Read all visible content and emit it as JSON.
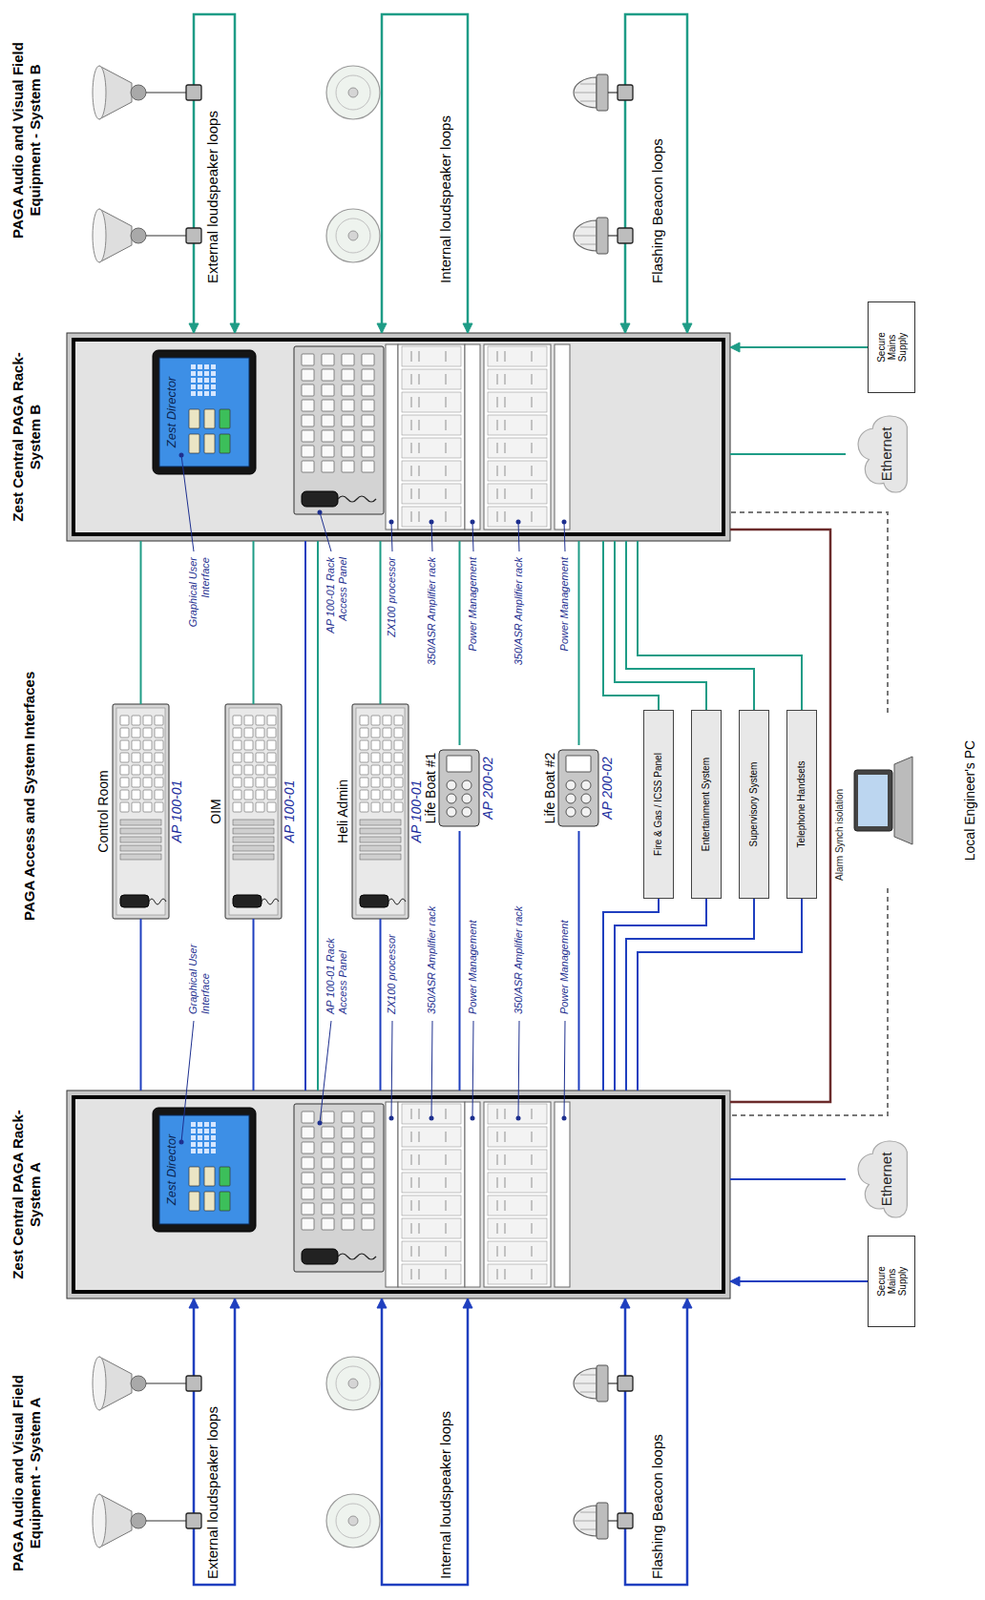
{
  "diagram": {
    "nodes": [
      {
        "text": [
          "Zest Central PAGA Rack-System A"
        ]
      },
      {
        "text": [
          "Zest Director"
        ],
        "in": 0
      },
      {
        "text": [
          "Ethernet"
        ]
      },
      {
        "text": [
          "Secure Mains Supply"
        ]
      },
      {
        "text": [
          "Control Room",
          "AP 100-01"
        ]
      },
      {
        "text": [
          "OIM",
          "AP 100-01"
        ]
      },
      {
        "text": [
          "Heli Admin",
          "AP 100-01"
        ]
      },
      {
        "text": [
          "Life Boat #1",
          "AP 200-02"
        ]
      },
      {
        "text": [
          "Life Boat #2",
          "AP 200-02"
        ]
      },
      {
        "text": [
          "Fire & Gas / ICSS Panel"
        ]
      },
      {
        "text": [
          "Entertainment System"
        ]
      },
      {
        "text": [
          "Supervisory System"
        ]
      },
      {
        "text": [
          "Telephone Handsets"
        ]
      },
      {
        "text": [
          "Local Engineer's PC"
        ]
      },
      {
        "text": [
          "Zest Central PAGA Rack-System B"
        ]
      },
      {
        "text": [
          "Zest Director"
        ],
        "in": 14
      },
      {
        "text": [
          "Ethernet"
        ]
      },
      {
        "text": [
          "Secure Mains Supply"
        ]
      }
    ],
    "edges": [
      {
        "from": 0,
        "to": 4,
        "arrow": "none"
      },
      {
        "from": 14,
        "to": 4,
        "arrow": "none"
      },
      {
        "from": 0,
        "to": 5,
        "arrow": "none"
      },
      {
        "from": 14,
        "to": 5,
        "arrow": "none"
      },
      {
        "from": 0,
        "to": 6,
        "arrow": "none"
      },
      {
        "from": 14,
        "to": 6,
        "arrow": "none"
      },
      {
        "from": 0,
        "to": 7,
        "arrow": "none"
      },
      {
        "from": 14,
        "to": 7,
        "arrow": "none"
      },
      {
        "from": 0,
        "to": 8,
        "arrow": "none"
      },
      {
        "from": 14,
        "to": 8,
        "arrow": "none"
      },
      {
        "from": 0,
        "to": 9,
        "arrow": "none"
      },
      {
        "from": 0,
        "to": 10,
        "arrow": "none"
      },
      {
        "from": 0,
        "to": 11,
        "arrow": "none"
      },
      {
        "from": 0,
        "to": 12,
        "arrow": "none"
      },
      {
        "from": 14,
        "to": 9,
        "arrow": "none"
      },
      {
        "from": 14,
        "to": 10,
        "arrow": "none"
      },
      {
        "from": 14,
        "to": 11,
        "arrow": "none"
      },
      {
        "from": 14,
        "to": 12,
        "arrow": "none"
      },
      {
        "from": 0,
        "to": 14,
        "arrow": "none"
      },
      {
        "from": 0,
        "to": 14,
        "arrow": "none"
      },
      {
        "from": 0,
        "to": 14,
        "label": "Alarm Synch isolation",
        "arrow": "none"
      },
      {
        "from": 13,
        "to": 0,
        "arrow": "none"
      },
      {
        "from": 13,
        "to": 14,
        "arrow": "none"
      },
      {
        "from": 0,
        "to": 2,
        "arrow": "none"
      },
      {
        "from": 14,
        "to": 16,
        "arrow": "none"
      },
      {
        "from": 3,
        "to": 0,
        "arrow": "to"
      },
      {
        "from": 17,
        "to": 14,
        "arrow": "to"
      }
    ],
    "labels": [
      "PAGA Audio and Visual Field Equipment - System A",
      "External loudspeaker loops",
      "Internal loudspeaker loops",
      "Flashing Beacon loops",
      "Graphical User Interface",
      "AP 100-01 Rack Access Panel",
      "ZX100 processor",
      "350/ASR Amplifier rack",
      "Power Management",
      "350/ASR Amplifier rack",
      "Power Management",
      "PAGA Access and System Interfaces",
      "Graphical User Interface",
      "AP 100-01 Rack Access Panel",
      "ZX100 processor",
      "350/ASR Amplifier rack",
      "Power Management",
      "350/ASR Amplifier rack",
      "Power Management",
      "PAGA Audio and Visual Field Equipment - System B",
      "External loudspeaker loops",
      "Internal loudspeaker loops",
      "Flashing Beacon loops"
    ]
  }
}
